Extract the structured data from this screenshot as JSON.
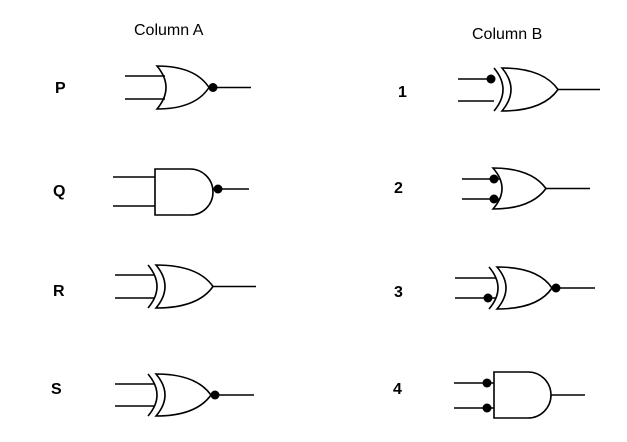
{
  "headings": {
    "column_a": "Column A",
    "column_b": "Column B"
  },
  "column_a": [
    {
      "label": "P",
      "gate": "nor-gate-icon"
    },
    {
      "label": "Q",
      "gate": "nand-gate-icon"
    },
    {
      "label": "R",
      "gate": "xor-gate-icon"
    },
    {
      "label": "S",
      "gate": "xnor-gate-icon"
    }
  ],
  "column_b": [
    {
      "label": "1",
      "gate": "xor-gate-one-inverted-input-icon"
    },
    {
      "label": "2",
      "gate": "or-gate-inverted-inputs-icon"
    },
    {
      "label": "3",
      "gate": "xnor-gate-one-inverted-input-icon"
    },
    {
      "label": "4",
      "gate": "and-gate-inverted-inputs-icon"
    }
  ]
}
